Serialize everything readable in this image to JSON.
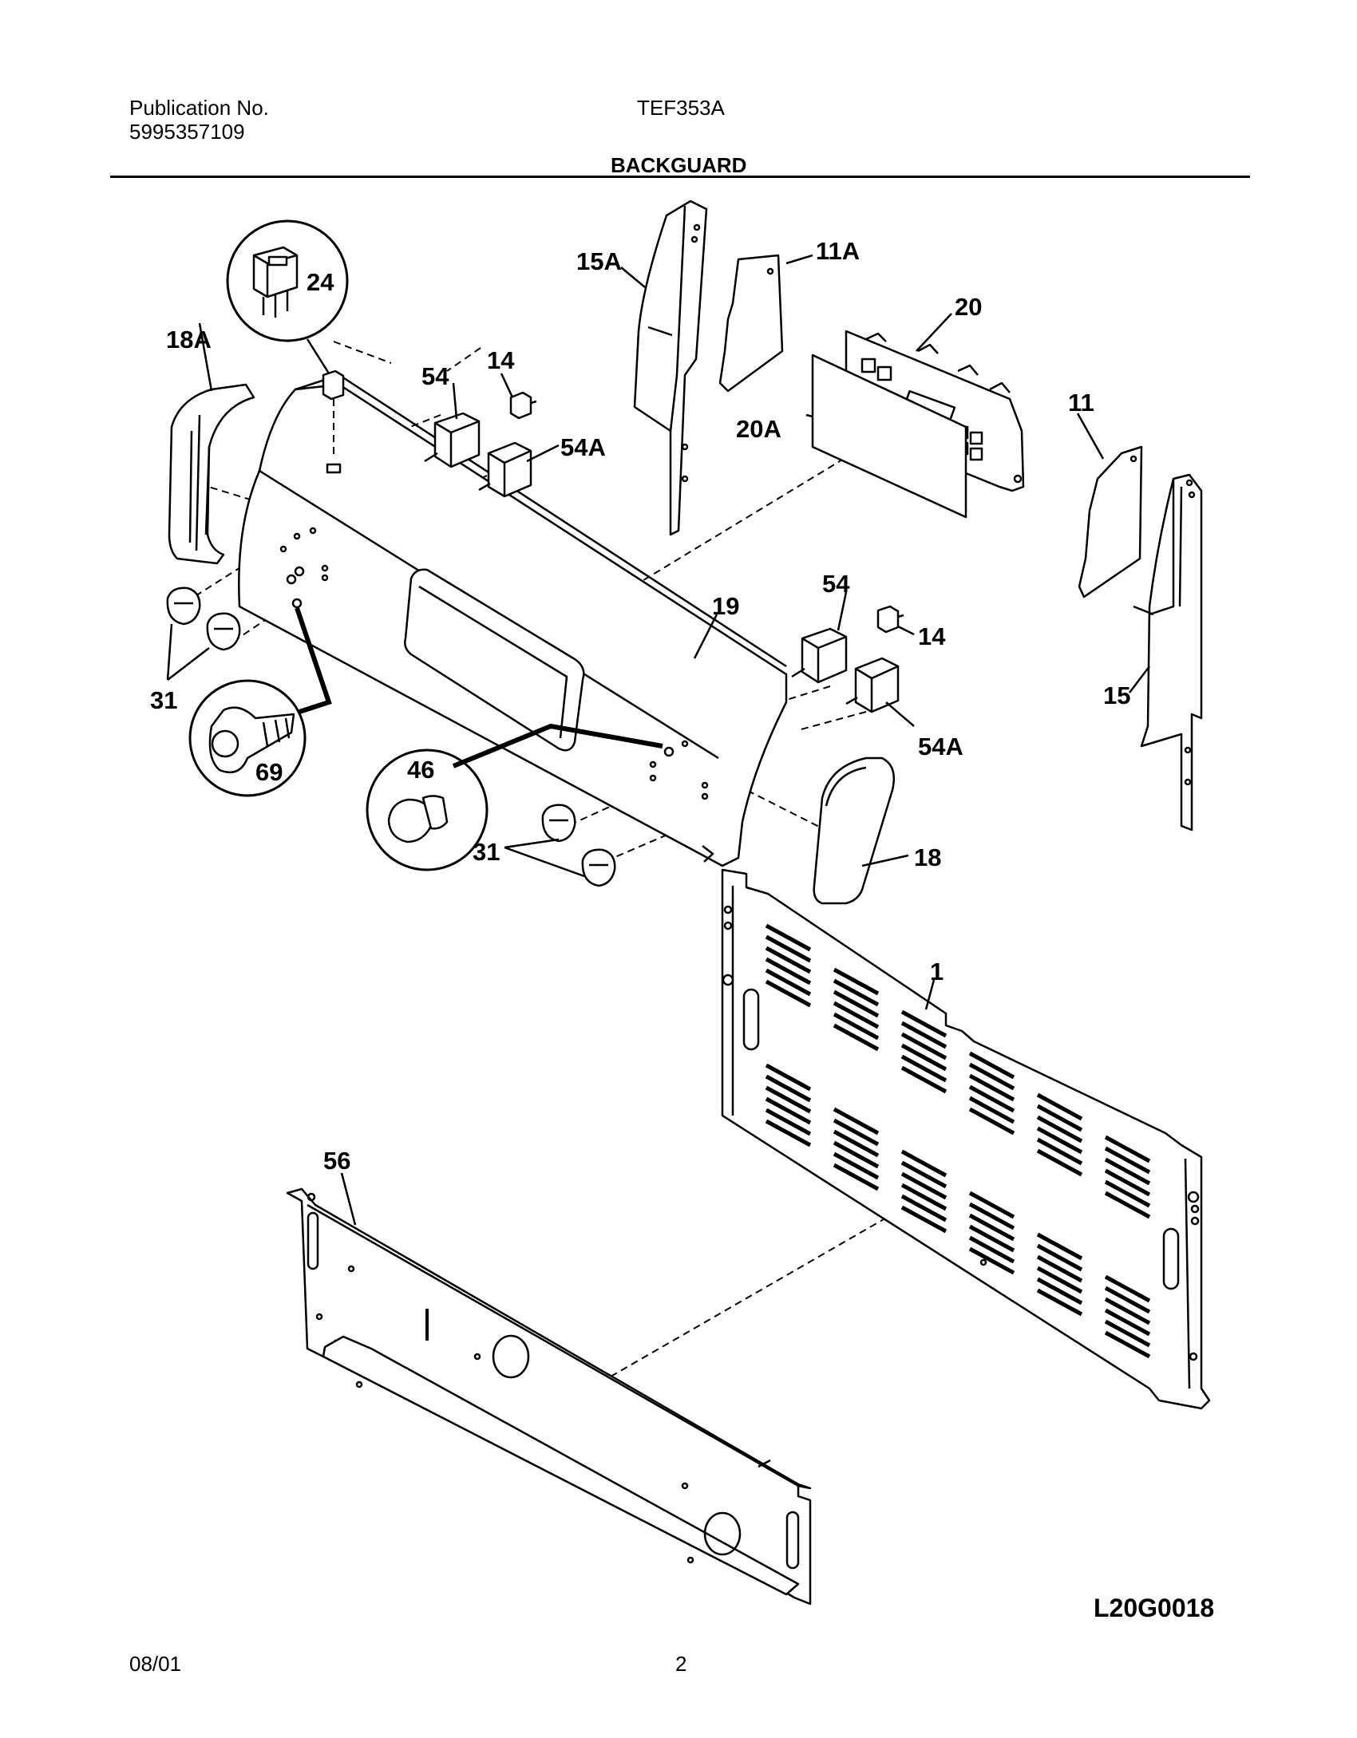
{
  "header": {
    "publication_label": "Publication No.",
    "publication_number": "5995357109",
    "model": "TEF353A",
    "section_title": "BACKGUARD"
  },
  "footer": {
    "date": "08/01",
    "page_number": "2",
    "drawing_code": "L20G0018"
  },
  "callouts": {
    "c1": "1",
    "c11": "11",
    "c11A": "11A",
    "c14a": "14",
    "c14b": "14",
    "c15": "15",
    "c15A": "15A",
    "c18": "18",
    "c18A": "18A",
    "c19": "19",
    "c20": "20",
    "c20A": "20A",
    "c24": "24",
    "c31a": "31",
    "c31b": "31",
    "c46": "46",
    "c54a": "54",
    "c54b": "54",
    "c54Aa": "54A",
    "c54Ab": "54A",
    "c56": "56",
    "c69": "69"
  },
  "colors": {
    "ink": "#000000",
    "paper": "#ffffff"
  }
}
